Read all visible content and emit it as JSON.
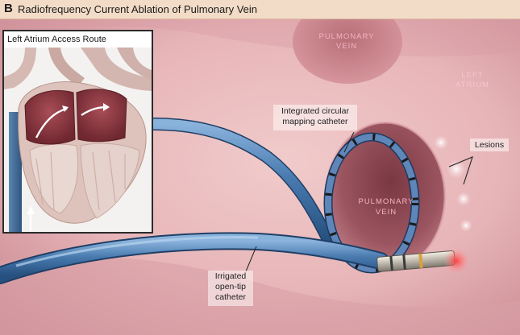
{
  "header": {
    "panel_letter": "B",
    "title": "Radiofrequency Current Ablation of Pulmonary Vein"
  },
  "inset": {
    "title": "Left Atrium Access Route"
  },
  "labels": {
    "pulmonary_vein_top_line1": "PULMONARY",
    "pulmonary_vein_top_line2": "VEIN",
    "left_atrium_line1": "LEFT",
    "left_atrium_line2": "ATRIUM",
    "pulmonary_vein_center_line1": "PULMONARY",
    "pulmonary_vein_center_line2": "VEIN"
  },
  "callouts": {
    "mapping_catheter_line1": "Integrated circular",
    "mapping_catheter_line2": "mapping catheter",
    "lesions": "Lesions",
    "ablation_catheter_line1": "Irrigated",
    "ablation_catheter_line2": "open-tip",
    "ablation_catheter_line3": "catheter"
  },
  "colors": {
    "header_bg": "#f3dcc7",
    "atrium_wall": "#e6b7b9",
    "vein_opening": "#a9646e",
    "catheter_blue": "#4a7bb0",
    "mapping_blue": "#5b79a8",
    "lesion_glow": "#f7e9ef",
    "ablation_tip_glow": "#ff5a5a"
  }
}
